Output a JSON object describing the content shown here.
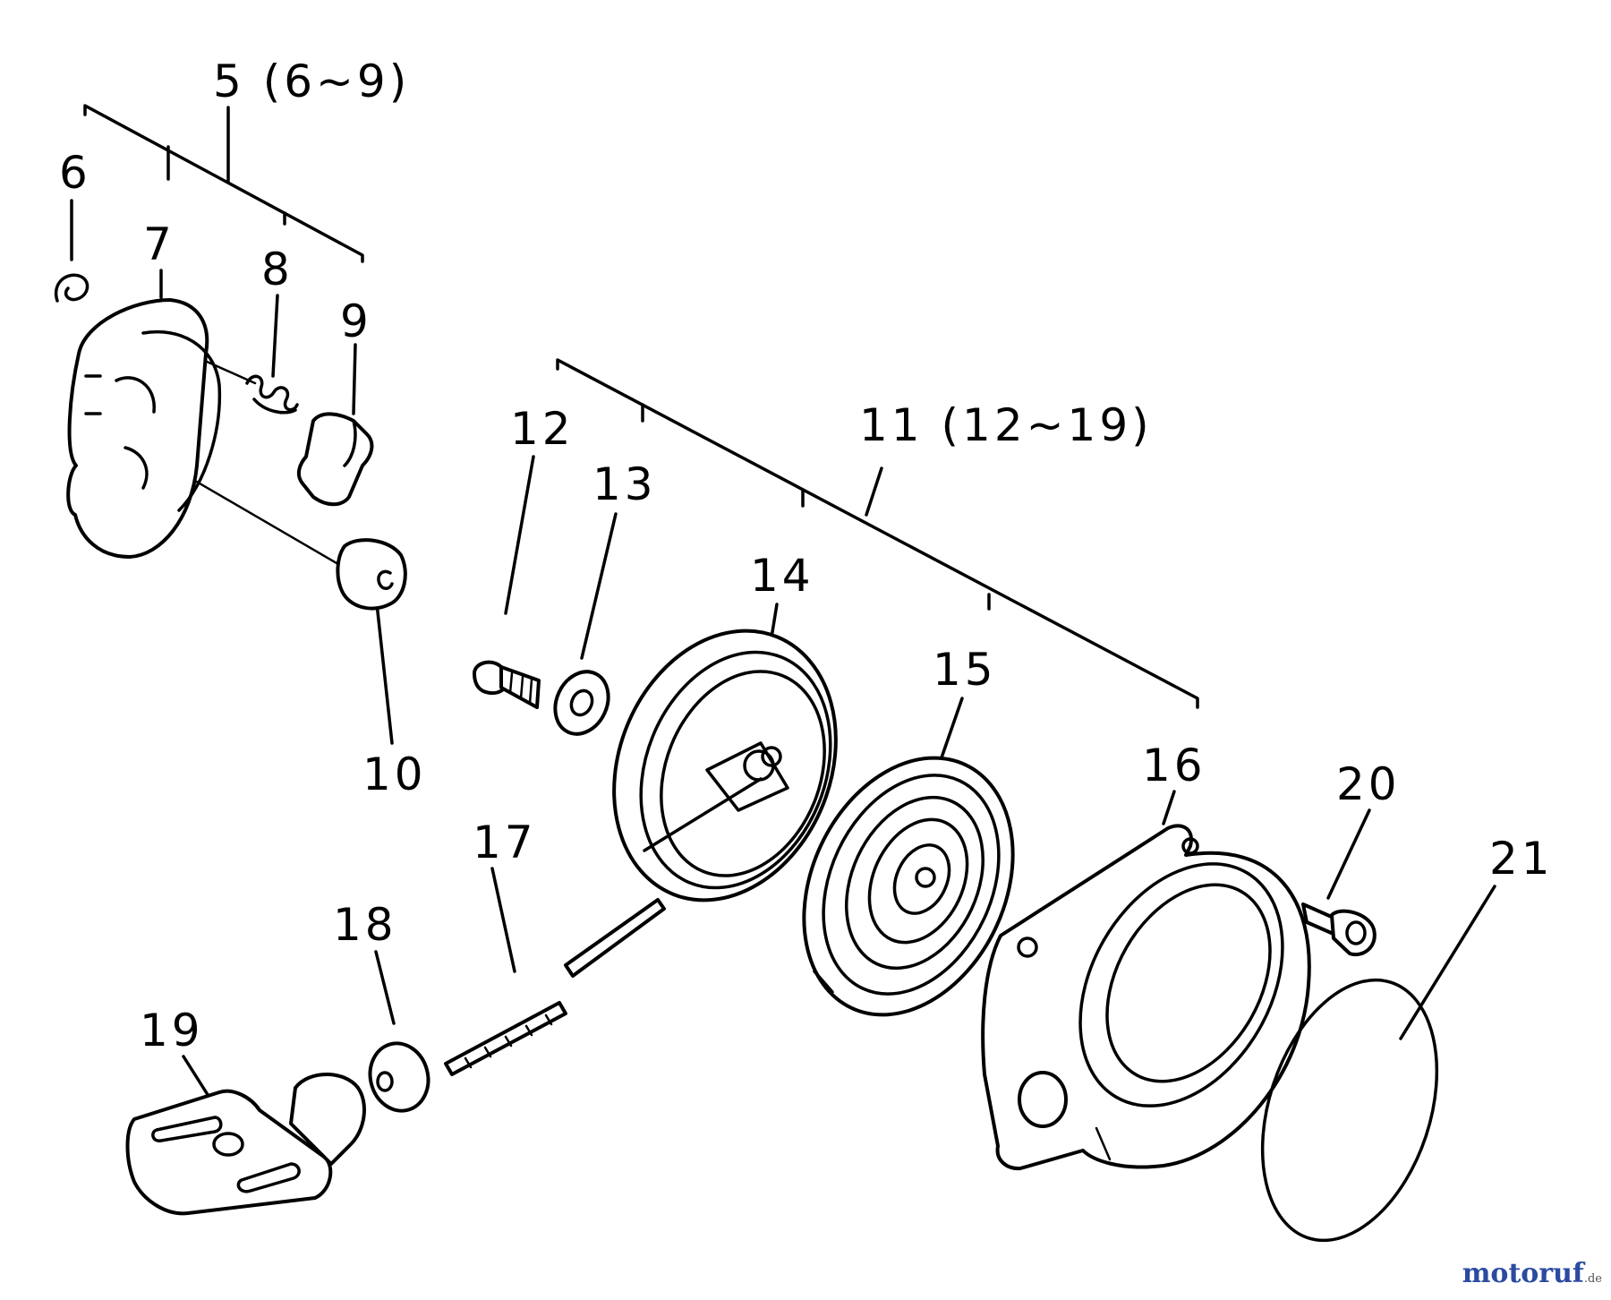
{
  "groups": [
    {
      "label": "5 (6~9)"
    },
    {
      "label": "11 (12~19)"
    }
  ],
  "parts": [
    "6",
    "7",
    "8",
    "9",
    "10",
    "12",
    "13",
    "14",
    "15",
    "16",
    "17",
    "18",
    "19",
    "20",
    "21"
  ],
  "watermark": {
    "text": "motoruf",
    "suffix": ".de"
  }
}
